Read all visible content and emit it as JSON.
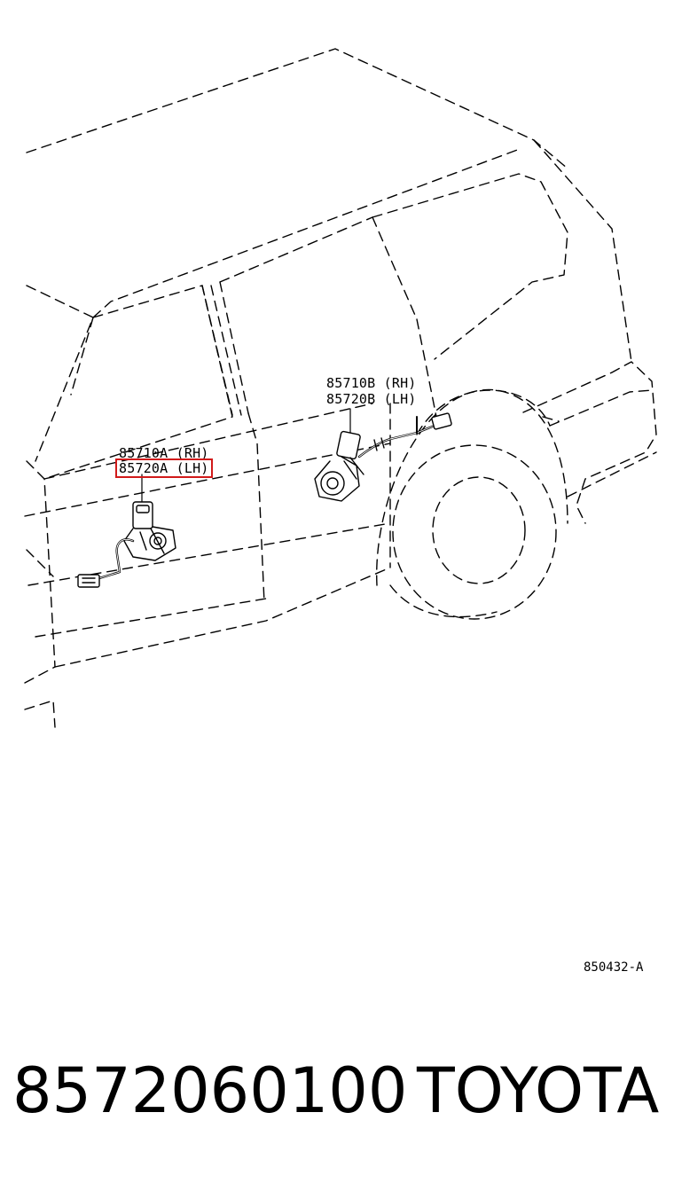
{
  "callouts": {
    "a_rh": "85710A (RH)",
    "a_lh": "85720A (LH)",
    "b_rh": "85710B (RH)",
    "b_lh": "85720B (LH)"
  },
  "highlighted_callout": "85720A (LH)",
  "highlight_color": "#d11a1a",
  "illustration_ref": "850432-A",
  "footer": {
    "part_number": "8572060100",
    "brand": "TOYOTA"
  }
}
